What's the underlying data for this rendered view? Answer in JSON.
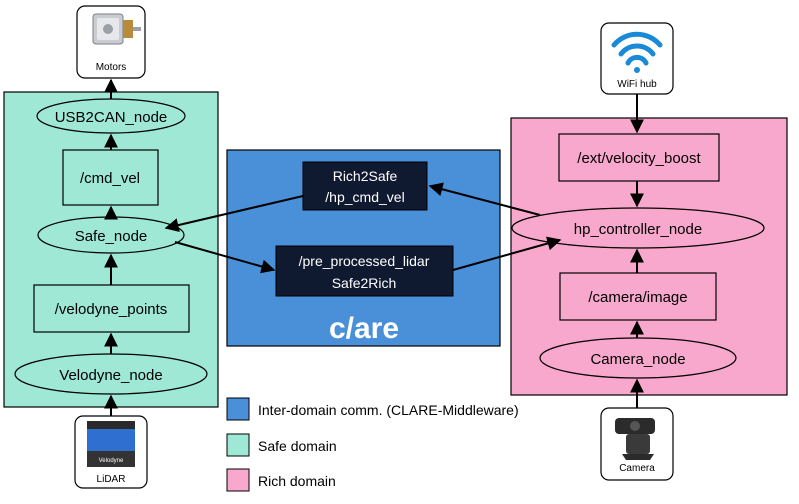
{
  "devices": {
    "motors": "Motors",
    "wifi": "WiFi hub",
    "lidar": "LiDAR",
    "lidar_brand": "Velodyne",
    "camera": "Camera"
  },
  "safe_domain": {
    "usb2can": "USB2CAN_node",
    "cmd_vel": "/cmd_vel",
    "safe_node": "Safe_node",
    "velodyne_points": "/velodyne_points",
    "velodyne_node": "Velodyne_node"
  },
  "middleware": {
    "rich2safe_line1": "Rich2Safe",
    "rich2safe_line2": "/hp_cmd_vel",
    "safe2rich_line1": "/pre_processed_lidar",
    "safe2rich_line2": "Safe2Rich",
    "logo": "c/are"
  },
  "rich_domain": {
    "velocity_boost": "/ext/velocity_boost",
    "hp_controller": "hp_controller_node",
    "camera_image": "/camera/image",
    "camera_node": "Camera_node"
  },
  "legend": [
    {
      "label": "Inter-domain comm. (CLARE-Middleware)",
      "color": "#4a90d9"
    },
    {
      "label": "Safe domain",
      "color": "#9ee8d5"
    },
    {
      "label": "Rich domain",
      "color": "#f9a8cd"
    }
  ],
  "colors": {
    "safe": "#9ee8d5",
    "rich": "#f9a8cd",
    "middleware": "#4a90d9",
    "topic_box_dark": "#0f1930"
  }
}
